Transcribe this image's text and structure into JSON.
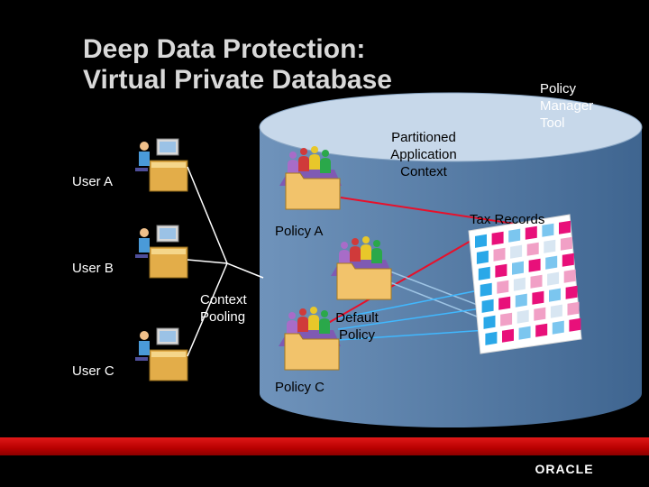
{
  "title": {
    "line1": "Deep Data Protection:",
    "line2": "Virtual Private Database"
  },
  "labels": {
    "user_a": "User A",
    "user_b": "User B",
    "user_c": "User C",
    "context_pooling": "Context Pooling",
    "partitioned_context": "Partitioned Application Context",
    "policy_a": "Policy A",
    "default_policy": "Default Policy",
    "policy_c": "Policy C",
    "policy_manager_tool": "Policy Manager Tool",
    "tax_records": "Tax Records"
  },
  "footer": {
    "logo_text": "ORACLE"
  },
  "colors": {
    "background": "#000000",
    "cylinder_top": "#bfd3e6",
    "cylinder_body": "#5a7fa8",
    "red_line": "#e8102a",
    "cyan_line": "#40b8ff",
    "folder": "#f2c36b",
    "banner_red": "#cc0000",
    "grid_pink": "#e8107a",
    "grid_cyan": "#2aa8e8"
  }
}
